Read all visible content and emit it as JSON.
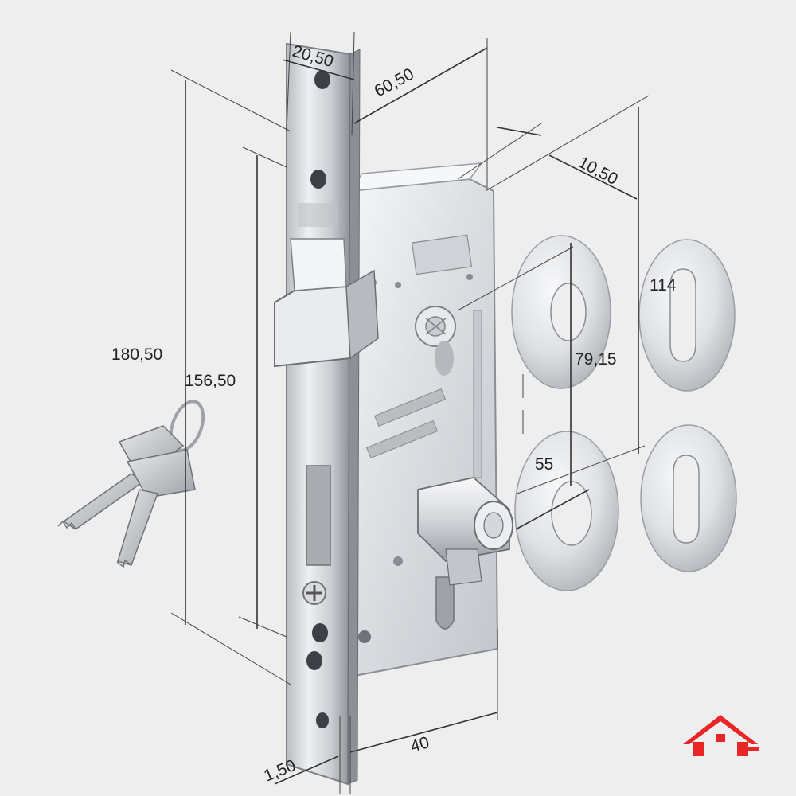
{
  "dimensions": {
    "faceplate_width": "20,50",
    "backset": "60,50",
    "thickness": "10,50",
    "overall_height": "180,50",
    "case_height": "156,50",
    "rosette_spacing": "114",
    "center_distance": "79,15",
    "rosette_diameter": "55",
    "faceplate_thickness": "1,50",
    "case_depth": "40"
  },
  "colors": {
    "background": "#eeeeee",
    "steel_light": "#e4e6ea",
    "steel_dark": "#9fa3a9",
    "logo": "#e8262a"
  },
  "logo": {
    "icon": "house-logo-icon"
  }
}
